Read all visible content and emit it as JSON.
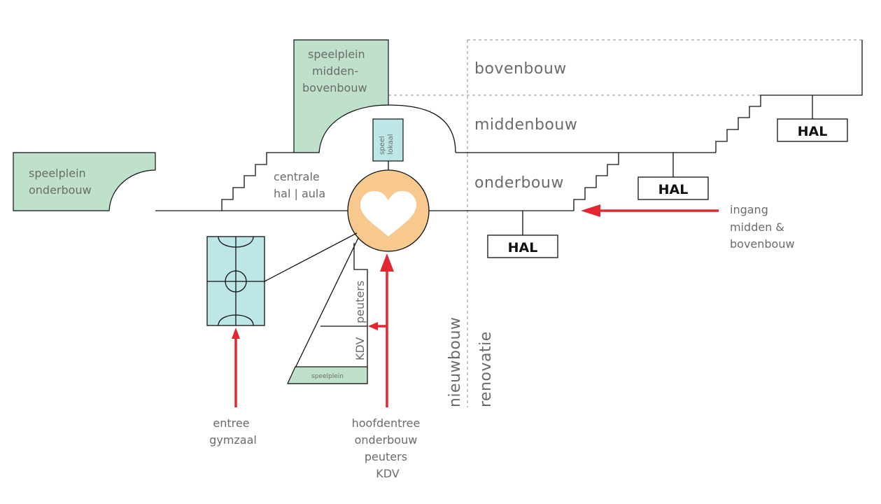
{
  "colors": {
    "green": "#bfe1cc",
    "light_blue": "#bde6e6",
    "orange": "#f7c98e",
    "red": "#e3262f",
    "label_gray": "#6b6b6b"
  },
  "zones": {
    "bovenbouw": "bovenbouw",
    "middenbouw": "middenbouw",
    "onderbouw": "onderbouw"
  },
  "playgrounds": {
    "onderbouw": [
      "speelplein",
      "onderbouw"
    ],
    "midden_bovenbouw": [
      "speelplein",
      "midden-",
      "bovenbouw"
    ],
    "kdv": "speelplein"
  },
  "centrale_hal": [
    "centrale",
    "hal | aula"
  ],
  "speellokaal": [
    "speel",
    "lokaal"
  ],
  "hal_label": "HAL",
  "kdv_rooms": {
    "peuters": "peuters",
    "kdv": "KDV"
  },
  "divider": {
    "nieuwbouw": "nieuwbouw",
    "renovatie": "renovatie"
  },
  "entrances": {
    "ingang": [
      "ingang",
      "midden &",
      "bovenbouw"
    ],
    "gymzaal": [
      "entree",
      "gymzaal"
    ],
    "hoofdentree": [
      "hoofdentree",
      "onderbouw",
      "peuters",
      "KDV"
    ]
  },
  "icons": {
    "centre": "heart-icon",
    "gym": "sports-court-icon"
  }
}
